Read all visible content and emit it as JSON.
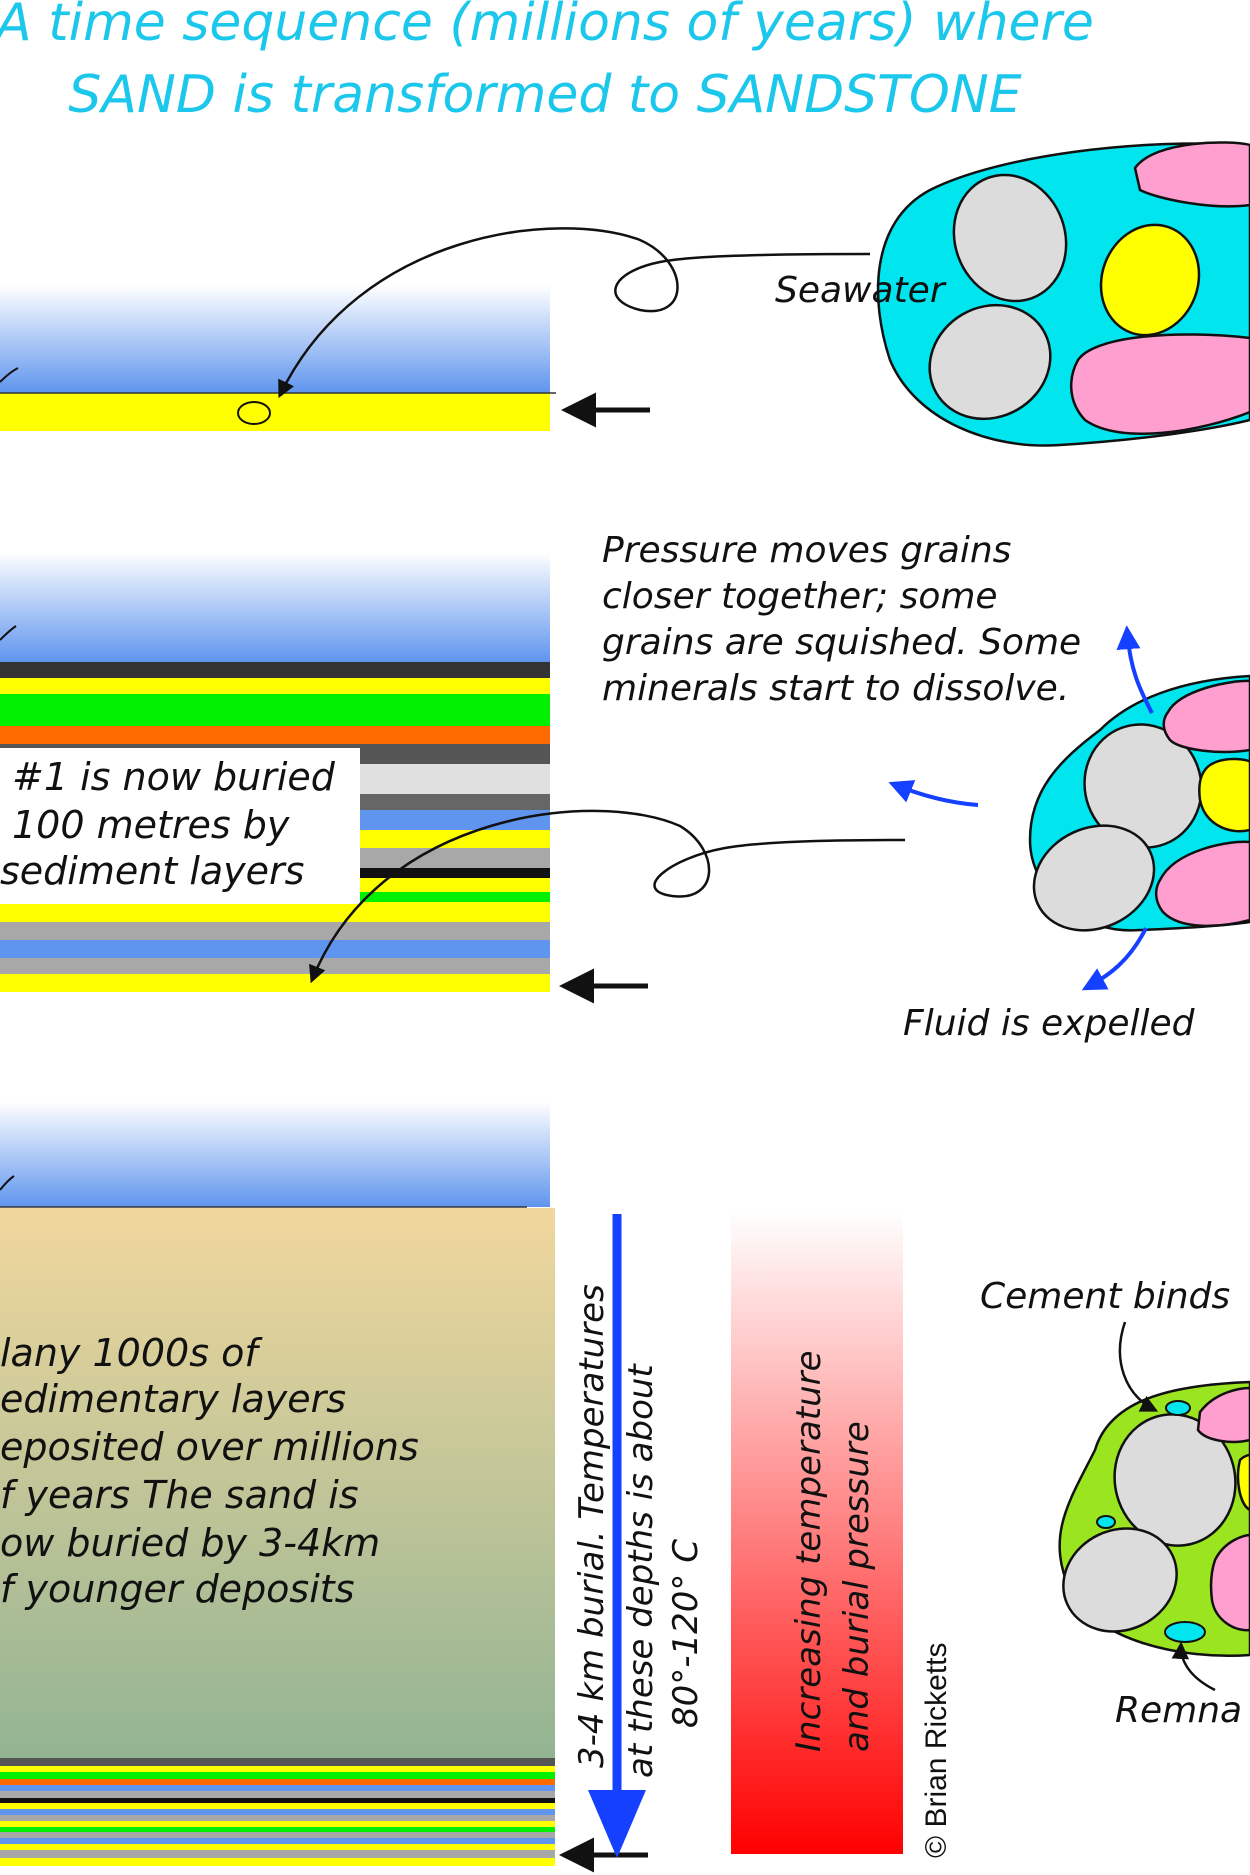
{
  "title": {
    "line1": "A time sequence (millions of years) where",
    "line2": "SAND is transformed to SANDSTONE"
  },
  "panel1": {
    "seawater_label": "Seawater"
  },
  "panel2": {
    "buried_text": [
      "#1 is now buried",
      "100 metres by",
      "sediment layers"
    ],
    "pressure_text": [
      "Pressure moves grains",
      "closer together; some",
      "grains are squished. Some",
      "minerals start to dissolve."
    ],
    "fluid_label": "Fluid is expelled"
  },
  "panel3": {
    "deposits_text": [
      "lany 1000s of",
      "edimentary layers",
      "eposited over millions",
      "f years The sand is",
      "ow buried by 3-4km",
      "f younger deposits"
    ],
    "burial_text": [
      "3-4 km burial. Temperatures",
      "at these depths is about",
      "80°-120° C"
    ],
    "gradient_text": [
      "Increasing temperature",
      "and burial pressure"
    ],
    "cement_label": "Cement binds",
    "remnant_label": "Remna",
    "credit": "© Brian Ricketts"
  },
  "colors": {
    "title": "#1cc7ec",
    "seawater": "#00e5ee",
    "sand": "#ffff00",
    "grain_grey": "#dcdcdc",
    "grain_pink": "#ff9fcf",
    "cement": "#9be520",
    "arrow_blue": "#1540ff",
    "heat_red": "#ff0000"
  },
  "icons": [
    "curved-arrow-icon",
    "left-arrow-icon",
    "blue-arrow-icon"
  ]
}
